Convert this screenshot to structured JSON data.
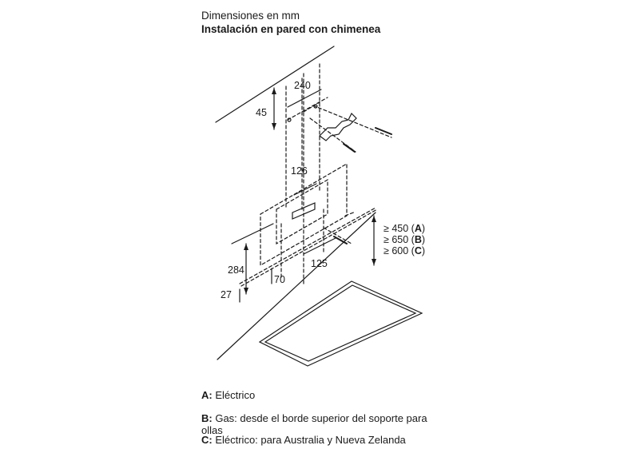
{
  "header": {
    "line1": "Dimensiones en mm",
    "line2": "Instalación en pared con chimenea"
  },
  "dimensions": {
    "d240": "240",
    "d45": "45",
    "d126": "126",
    "d284": "284",
    "d125": "125",
    "d70": "70",
    "d27": "27"
  },
  "requirements": [
    {
      "prefix": "≥ 450 (",
      "key": "A",
      "suffix": ")"
    },
    {
      "prefix": "≥ 650 (",
      "key": "B",
      "suffix": ")"
    },
    {
      "prefix": "≥ 600 (",
      "key": "C",
      "suffix": ")"
    }
  ],
  "legend": {
    "a_key": "A:",
    "a_text": " Eléctrico",
    "b_key": "B:",
    "b_text": " Gas: desde el borde superior del soporte para ollas",
    "c_key": "C:",
    "c_text": " Eléctrico: para Australia y Nueva Zelanda"
  }
}
